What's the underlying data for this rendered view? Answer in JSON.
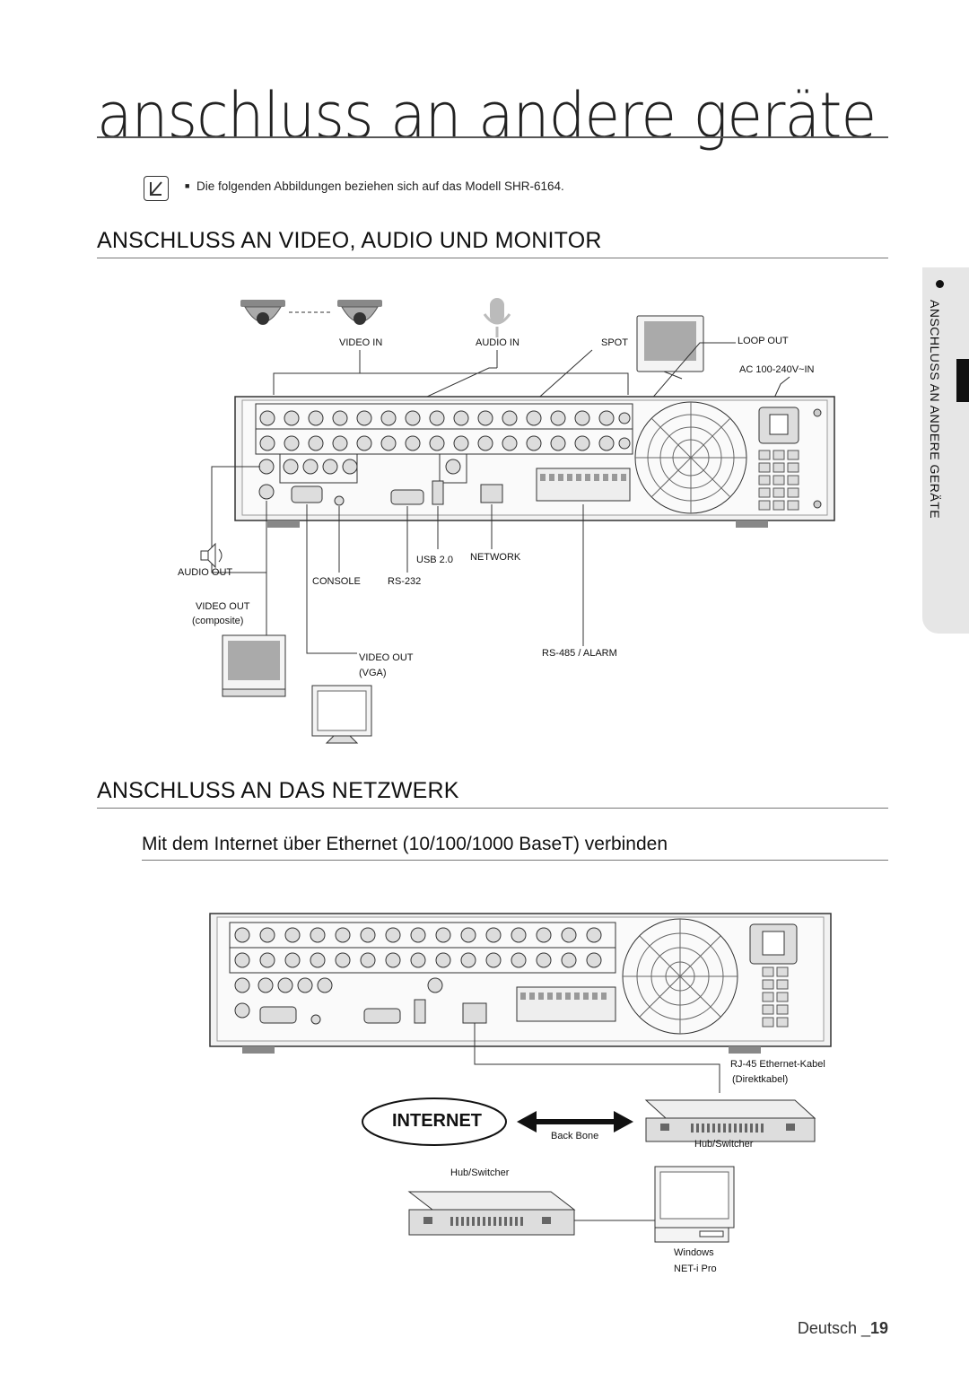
{
  "page": {
    "title": "anschluss an andere geräte",
    "note": "Die folgenden Abbildungen beziehen sich auf das Modell SHR-6164.",
    "side_tab": "ANSCHLUSS AN ANDERE GERÄTE",
    "footer_lang": "Deutsch _",
    "footer_page": "19"
  },
  "section1": {
    "heading": "ANSCHLUSS AN VIDEO, AUDIO UND MONITOR",
    "labels": {
      "video_in": "VIDEO IN",
      "audio_in": "AUDIO IN",
      "spot": "SPOT",
      "loop_out": "LOOP OUT",
      "ac": "AC 100-240V~IN",
      "audio_out": "AUDIO OUT",
      "video_out_composite_1": "VIDEO OUT",
      "video_out_composite_2": "(composite)",
      "console": "CONSOLE",
      "rs232": "RS-232",
      "usb": "USB 2.0",
      "network": "NETWORK",
      "video_out_vga_1": "VIDEO OUT",
      "video_out_vga_2": "(VGA)",
      "rs485": "RS-485 / ALARM"
    }
  },
  "section2": {
    "heading": "ANSCHLUSS AN DAS NETZWERK",
    "subheading": "Mit dem Internet über Ethernet (10/100/1000 BaseT) verbinden",
    "labels": {
      "rj45_1": "RJ-45 Ethernet-Kabel",
      "rj45_2": "(Direktkabel)",
      "internet": "INTERNET",
      "backbone": "Back Bone",
      "hub_right": "Hub/Switcher",
      "hub_left": "Hub/Switcher",
      "windows": "Windows",
      "netipro": "NET-i Pro"
    }
  }
}
